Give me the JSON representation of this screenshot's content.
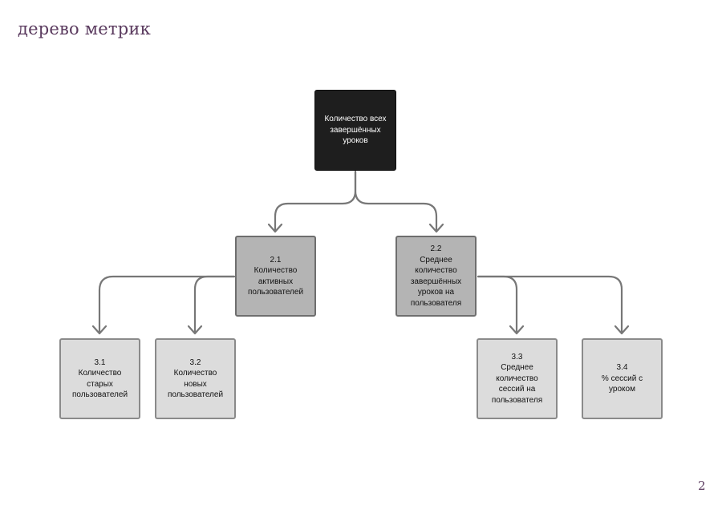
{
  "page": {
    "title": "дерево метрик",
    "page_number": "2"
  },
  "tree": {
    "root": {
      "label": "Количество всех\nзавершённых\nуроков"
    },
    "level2": [
      {
        "num": "2.1",
        "label": "Количество\nактивных\nпользователей"
      },
      {
        "num": "2.2",
        "label": "Среднее\nколичество\nзавершённых\nуроков на\nпользователя"
      }
    ],
    "level3": [
      {
        "num": "3.1",
        "label": "Количество\nстарых\nпользователей"
      },
      {
        "num": "3.2",
        "label": "Количество\nновых\nпользователей"
      },
      {
        "num": "3.3",
        "label": "Среднее\nколичество\nсессий на\nпользователя"
      },
      {
        "num": "3.4",
        "label": "% сессий с\nуроком"
      }
    ]
  },
  "colors": {
    "title_text": "#5a3a5e",
    "root_fill": "#1e1e1e",
    "level2_fill": "#b4b4b4",
    "level3_fill": "#dcdcdc",
    "connector": "#777777"
  }
}
